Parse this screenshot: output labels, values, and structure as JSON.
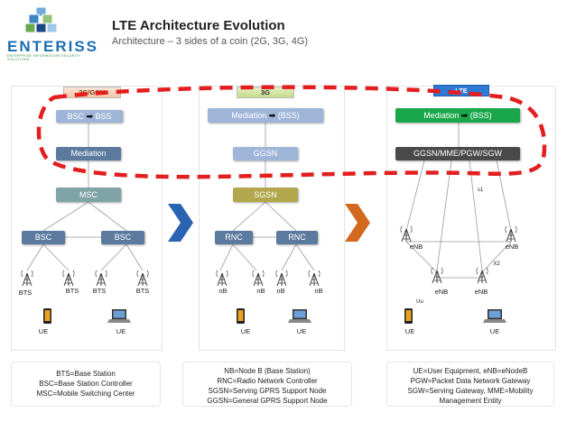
{
  "header": {
    "logo_text": "ENTERISS",
    "logo_tagline": "ENTERPRISE INFORMATION SECURITY SOLUTIONS",
    "title": "LTE Architecture Evolution",
    "subtitle": "Architecture – 3 sides of a coin (2G, 3G, 4G)"
  },
  "panels": {
    "gsm": {
      "tag": "2G/GSM",
      "bss": [
        "BSC",
        "BSS"
      ],
      "mediation": "Mediation",
      "msc": "MSC",
      "bsc_left": "BSC",
      "bsc_right": "BSC",
      "bts": [
        "BTS",
        "BTS",
        "BTS",
        "BTS"
      ],
      "ue": [
        "UE",
        "UE"
      ]
    },
    "umts": {
      "tag": "3G",
      "mediation": [
        "Mediation",
        "(BSS)"
      ],
      "ggsn": "GGSN",
      "sgsn": "SGSN",
      "rnc_left": "RNC",
      "rnc_right": "RNC",
      "nb": [
        "nB",
        "nB",
        "nB",
        "nB"
      ],
      "ue": [
        "UE",
        "UE"
      ]
    },
    "lte": {
      "tag": "LTE",
      "mediation": [
        "Mediation",
        "(BSS)"
      ],
      "core": "GGSN/MME/PGW/SGW",
      "s1": "s1",
      "x2": "X2",
      "uu": "Uu",
      "enb_top": [
        "eNB",
        "eNB"
      ],
      "enb_bottom": [
        "eNB",
        "eNB"
      ],
      "ue": [
        "UE",
        "UE"
      ]
    }
  },
  "legends": {
    "gsm": [
      "BTS=Base Station",
      "BSC=Base Station Controller",
      "MSC=Mobile Switching Center"
    ],
    "umts": [
      "NB=Node B (Base Station)",
      "RNC=Radio Network Controller",
      "SGSN=Serving GPRS Support Node",
      "GGSN=General GPRS Support Node"
    ],
    "lte": [
      "UE=User Equipment, eNB=eNodeB",
      "PGW=Packet Data Network Gateway",
      "SGW=Serving Gateway, MME=Mobility",
      "Management Entity"
    ]
  },
  "colors": {
    "steel_blue": "#5b7a9e",
    "light_blue": "#9fb5d8",
    "teal": "#7fa3a6",
    "olive": "#b2a74c",
    "green": "#1aa64a",
    "dark_grey": "#4a4a4a",
    "dash_red": "#e31e1e",
    "chevron_blue": "#2b63b3",
    "chevron_orange": "#d2691e",
    "lte_tag": "#2e78d6"
  }
}
